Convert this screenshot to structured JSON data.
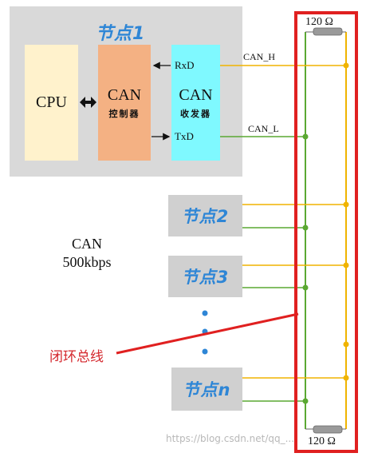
{
  "node1": {
    "title": "节点1",
    "cpu": "CPU",
    "controller": {
      "title": "CAN",
      "sub": "控制器"
    },
    "transceiver": {
      "title": "CAN",
      "sub": "收发器"
    }
  },
  "pins": {
    "rx": "RxD",
    "tx": "TxD"
  },
  "bus": {
    "high": "CAN_H",
    "low": "CAN_L"
  },
  "nodes": [
    "节点2",
    "节点3",
    "节点n"
  ],
  "speed": {
    "line1": "CAN",
    "line2": "500kbps"
  },
  "resistor": "120 Ω",
  "annotation": "闭环总线",
  "watermark": "https://blog.csdn.net/qq_...",
  "colors": {
    "can_h": "#f0b400",
    "can_l": "#5aa832",
    "loop": "#e02020",
    "dots": "#2e86d6"
  }
}
